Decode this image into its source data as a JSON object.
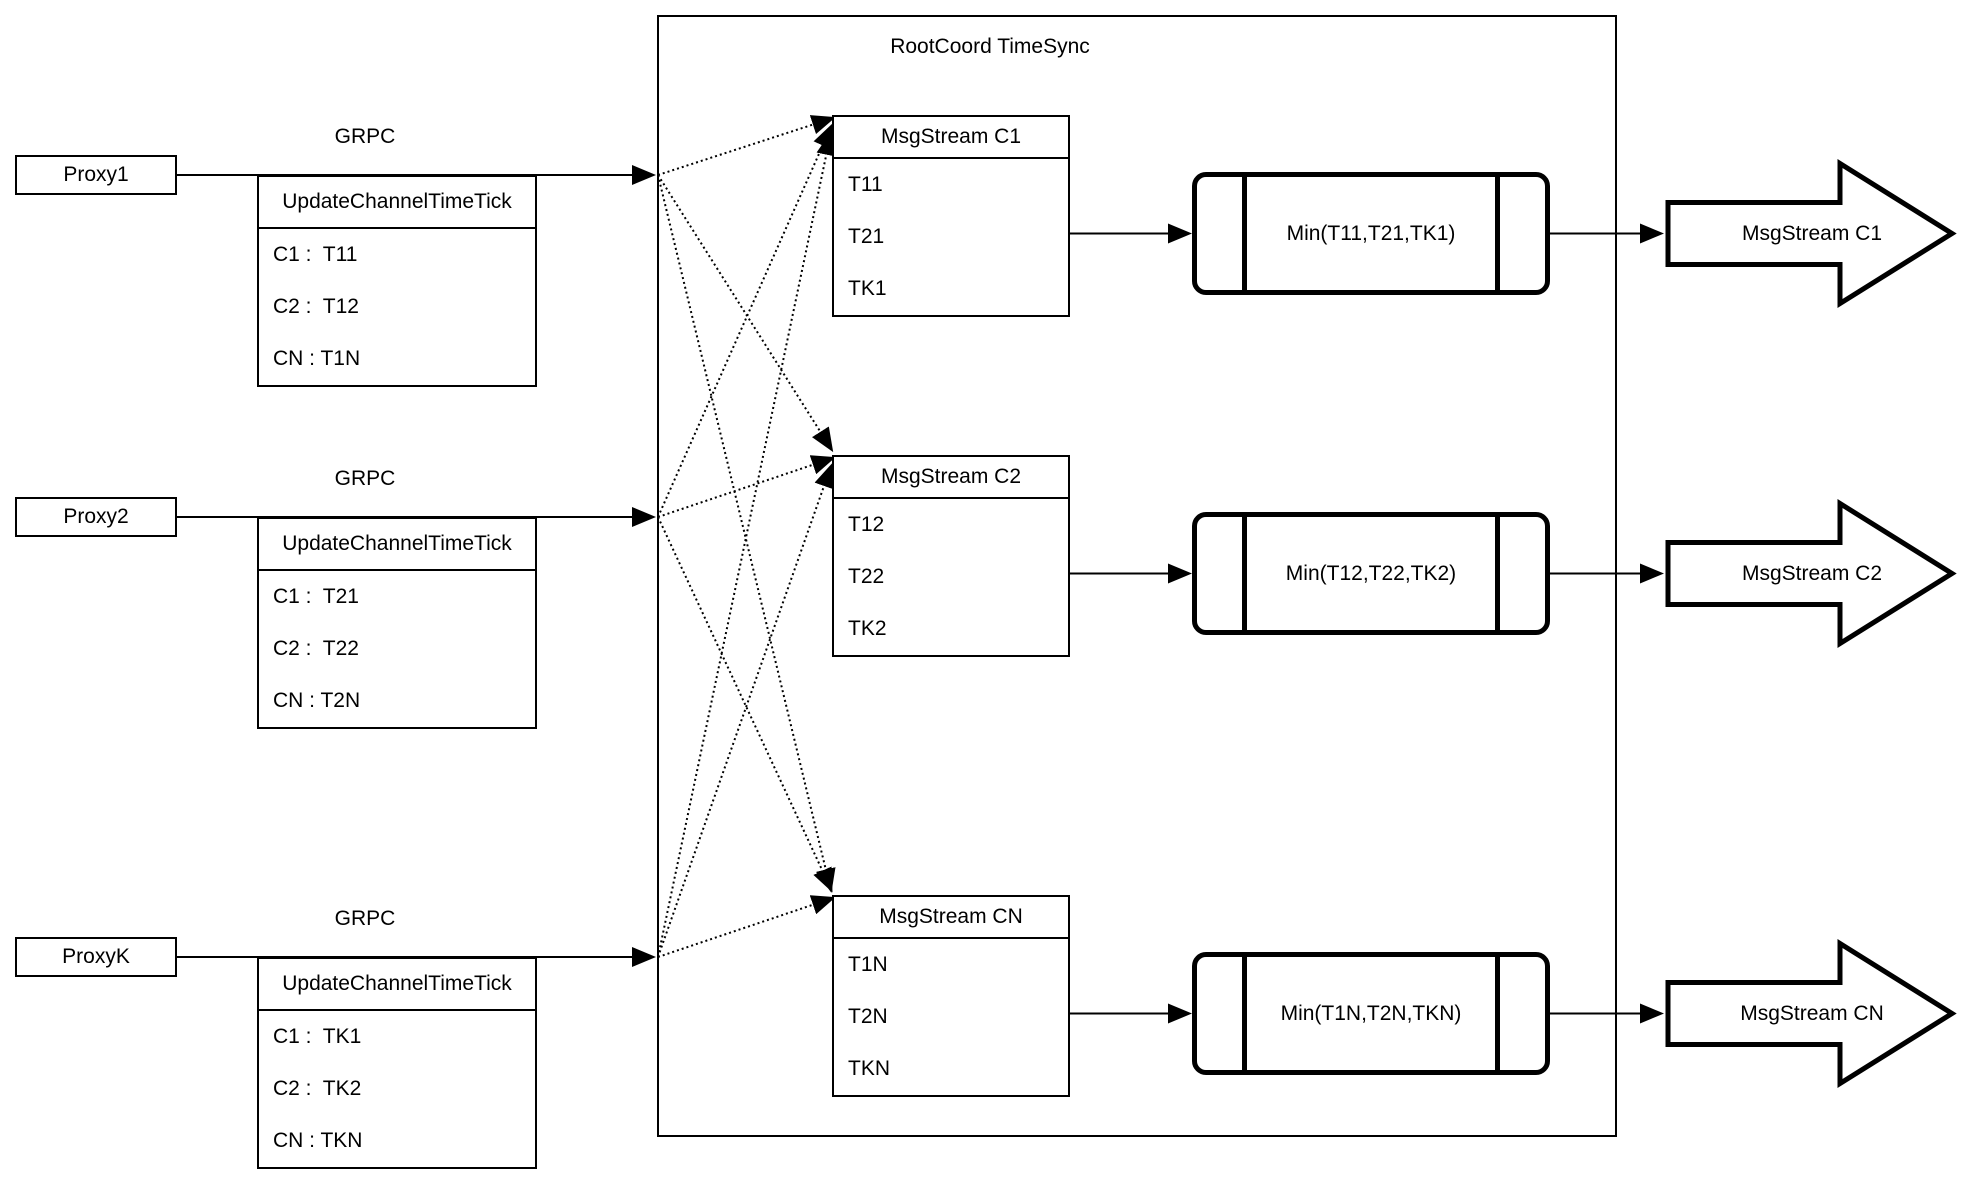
{
  "colors": {
    "stroke": "#000000",
    "fill": "#ffffff"
  },
  "diagram": {
    "container_title": "RootCoord TimeSync",
    "rows": [
      {
        "grpc_label": "GRPC",
        "proxy_label": "Proxy1",
        "update_table": {
          "header": "UpdateChannelTimeTick",
          "rows": [
            "C1 :  T11",
            "C2 :  T12",
            "CN : T1N"
          ]
        },
        "msgstream_table": {
          "header": "MsgStream C1",
          "rows": [
            "T11",
            "T21",
            "TK1"
          ]
        },
        "min_label": "Min(T11,T21,TK1)",
        "output_label": "MsgStream C1"
      },
      {
        "grpc_label": "GRPC",
        "proxy_label": "Proxy2",
        "update_table": {
          "header": "UpdateChannelTimeTick",
          "rows": [
            "C1 :  T21",
            "C2 :  T22",
            "CN : T2N"
          ]
        },
        "msgstream_table": {
          "header": "MsgStream C2",
          "rows": [
            "T12",
            "T22",
            "TK2"
          ]
        },
        "min_label": "Min(T12,T22,TK2)",
        "output_label": "MsgStream C2"
      },
      {
        "grpc_label": "GRPC",
        "proxy_label": "ProxyK",
        "update_table": {
          "header": "UpdateChannelTimeTick",
          "rows": [
            "C1 :  TK1",
            "C2 :  TK2",
            "CN : TKN"
          ]
        },
        "msgstream_table": {
          "header": "MsgStream CN",
          "rows": [
            "T1N",
            "T2N",
            "TKN"
          ]
        },
        "min_label": "Min(T1N,T2N,TKN)",
        "output_label": "MsgStream CN"
      }
    ]
  }
}
